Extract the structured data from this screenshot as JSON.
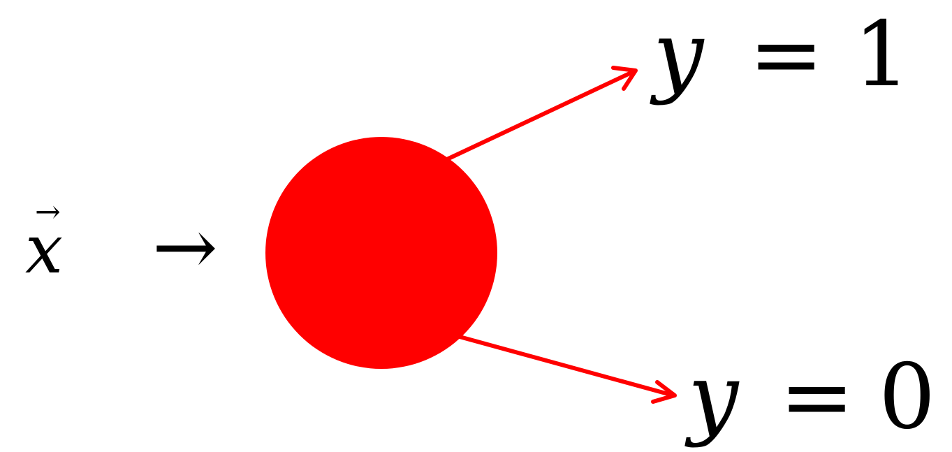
{
  "input": {
    "variable": "x",
    "vector_mark": "→",
    "arrow": "→"
  },
  "outputs": [
    {
      "variable": "y",
      "equals": "=",
      "value": "1"
    },
    {
      "variable": "y",
      "equals": "=",
      "value": "0"
    }
  ],
  "colors": {
    "node": "#ff0000",
    "edge": "#ff0000",
    "text": "#000000",
    "background": "#ffffff"
  }
}
